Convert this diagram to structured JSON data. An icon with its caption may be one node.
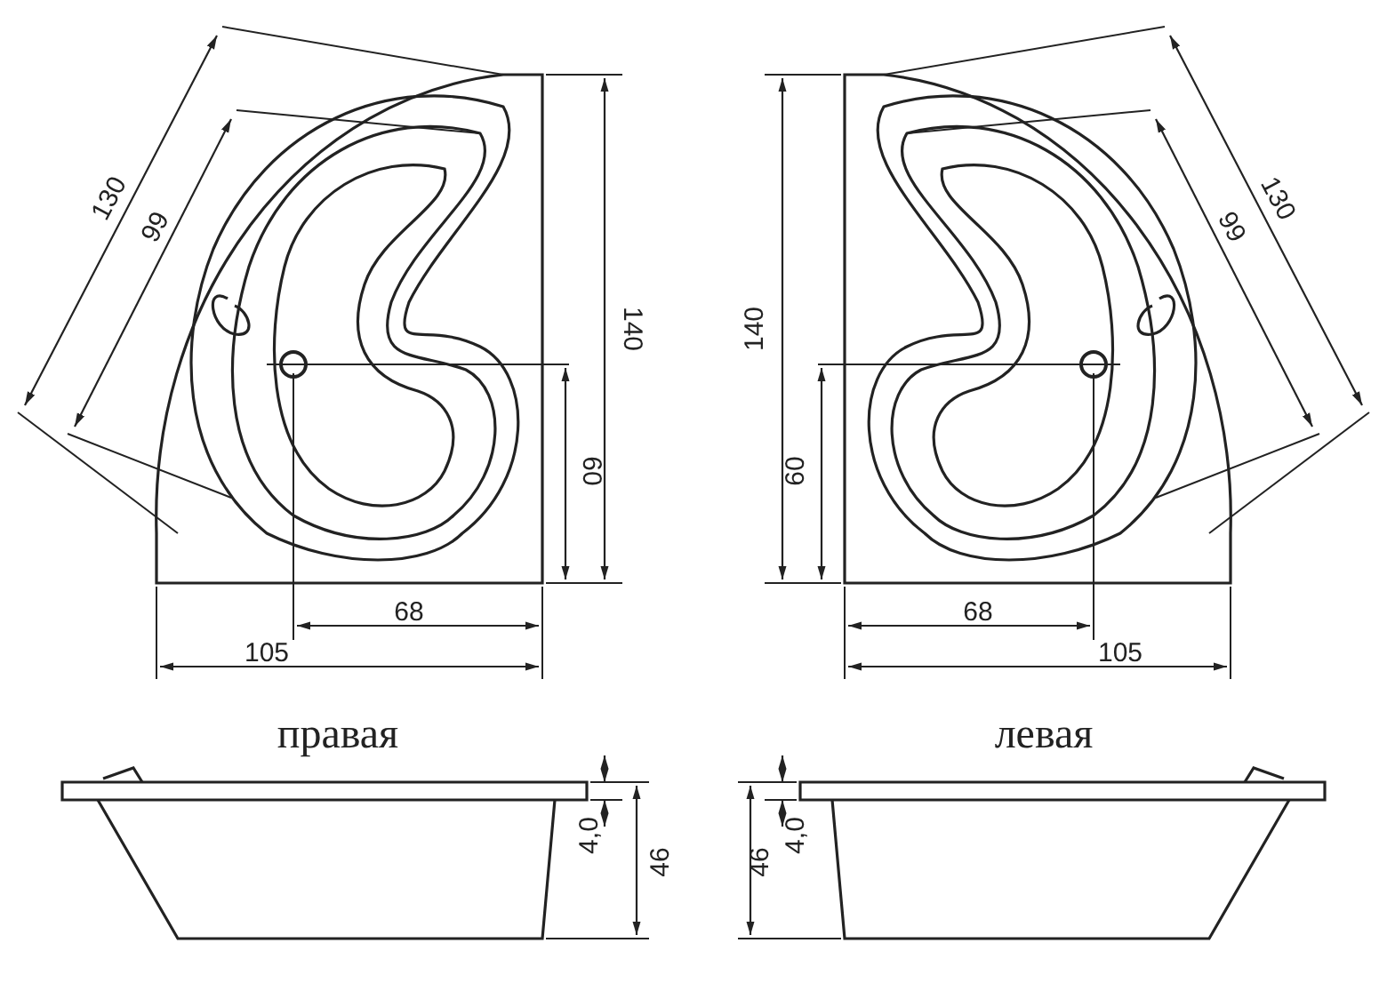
{
  "diagram": {
    "labels": [
      "130",
      "99",
      "140",
      "60",
      "68",
      "105",
      "140",
      "60",
      "130",
      "99",
      "68",
      "105",
      "правая",
      "левая",
      "4,0",
      "46",
      "46",
      "4,0"
    ]
  }
}
